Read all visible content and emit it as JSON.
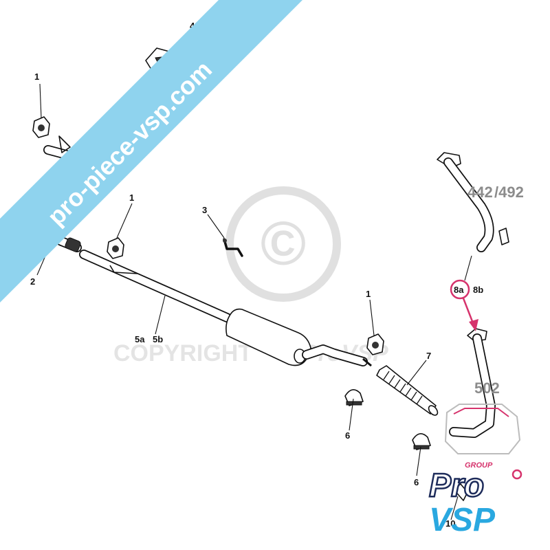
{
  "diagram": {
    "labels": {
      "p1a": "1",
      "p1b": "1",
      "p1c": "1",
      "p2": "2",
      "p3": "3",
      "p4": "4",
      "p5a": "5a",
      "p5b": "5b",
      "p6a": "6",
      "p6b": "6",
      "p7": "7",
      "p8a": "8a",
      "p8b": "8b",
      "p10": "10"
    },
    "references": {
      "ref_442": "442",
      "ref_492": "/492",
      "ref_502": "502"
    },
    "watermarks": {
      "copyright_symbol": "©",
      "copyright_text": "COPYRIGHT",
      "copyright_brand": "ProVSP",
      "banner_url": "pro-piece-vsp.com"
    },
    "logo": {
      "group": "GROUP",
      "pro": "Pro",
      "vsp": "VSP"
    },
    "colors": {
      "highlight": "#d6336c",
      "banner": "#8fd3ee",
      "logo_blue": "#2aa8e0",
      "logo_navy": "#1d2b5a",
      "ref_gray": "#8c8c8c"
    }
  }
}
